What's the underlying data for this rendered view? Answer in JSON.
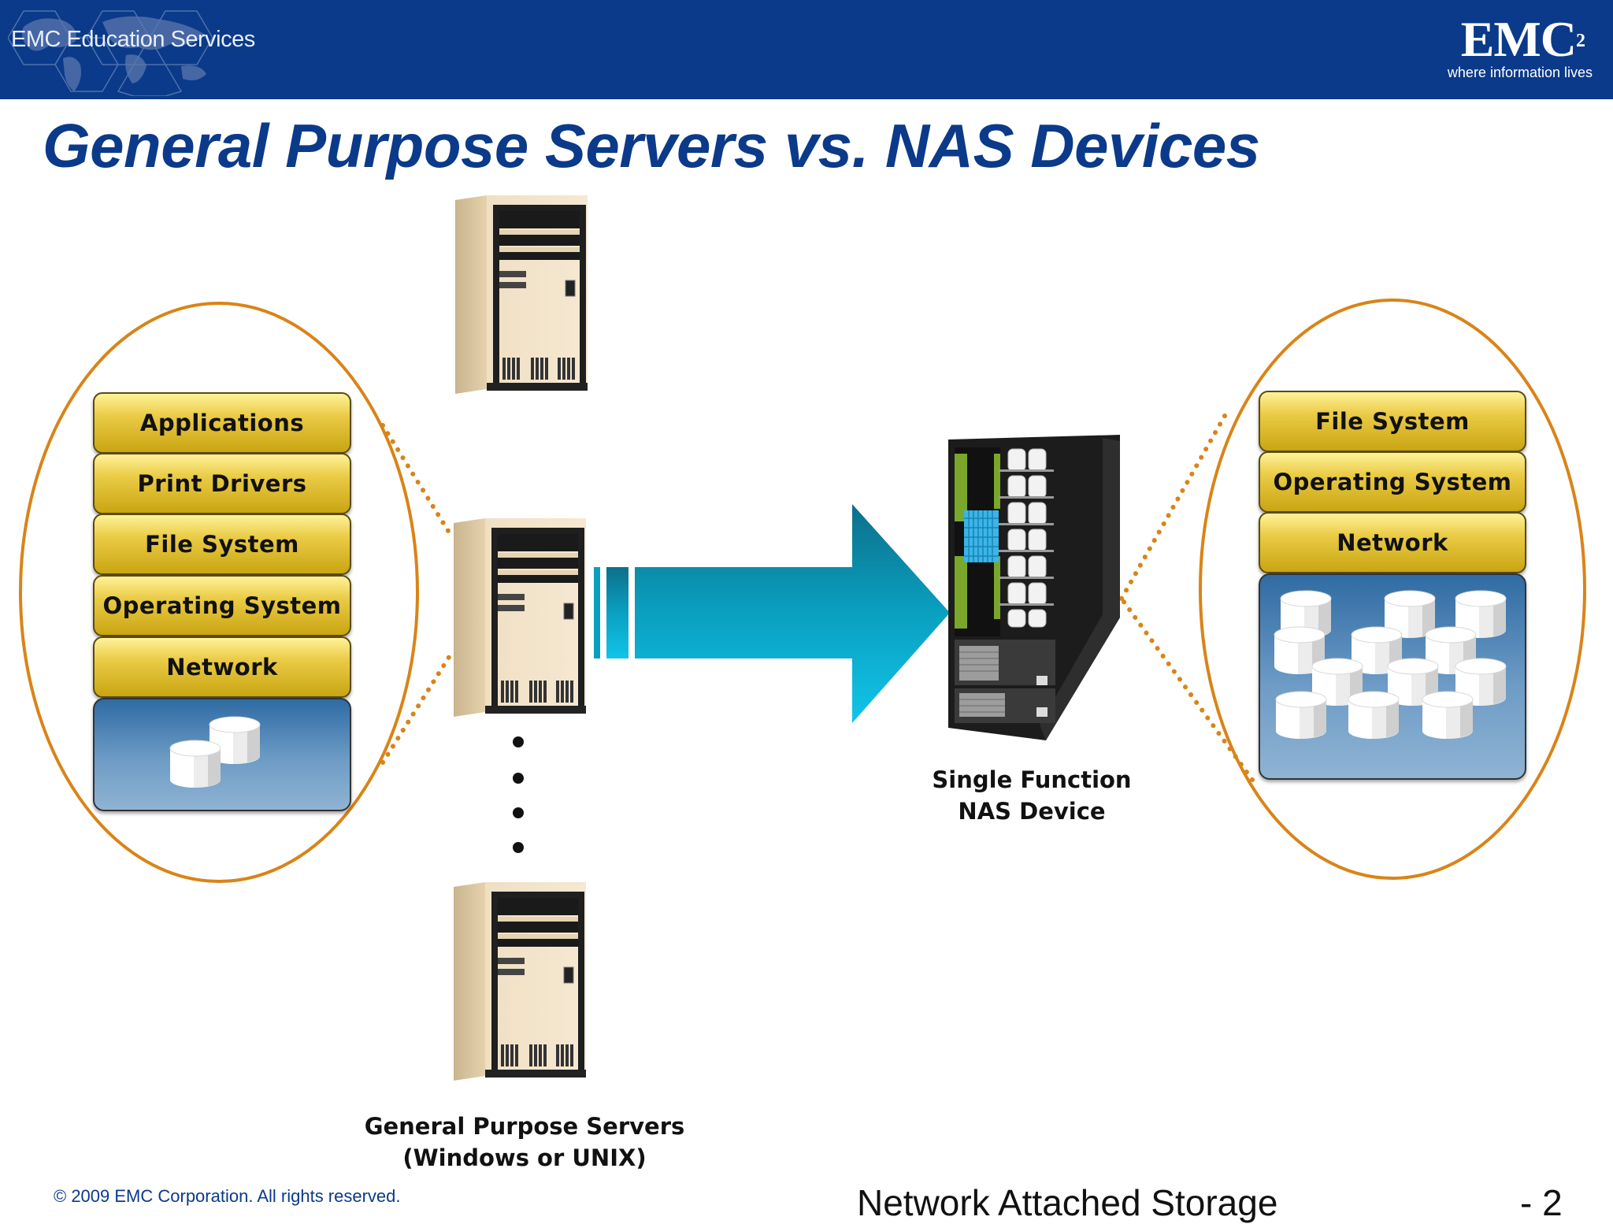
{
  "header": {
    "brand_left": "EMC Education Services",
    "logo_text": "EMC",
    "logo_superscript": "2",
    "tagline": "where information lives"
  },
  "title": "General Purpose Servers vs. NAS Devices",
  "general_server_stack": {
    "layers": [
      "Applications",
      "Print Drivers",
      "File System",
      "Operating System",
      "Network"
    ]
  },
  "nas_stack": {
    "layers": [
      "File System",
      "Operating System",
      "Network"
    ]
  },
  "captions": {
    "servers_line1": "General Purpose Servers",
    "servers_line2": "(Windows or UNIX)",
    "nas_line1": "Single Function",
    "nas_line2": "NAS Device"
  },
  "footer": {
    "copyright": "© 2009 EMC Corporation. All rights reserved.",
    "course": "Network Attached Storage",
    "page": "- 2"
  },
  "colors": {
    "header_blue": "#0b3a8a",
    "ellipse_orange": "#d98418",
    "layer_gold": "#eacb45",
    "arrow_teal": "#0aa6c8"
  }
}
